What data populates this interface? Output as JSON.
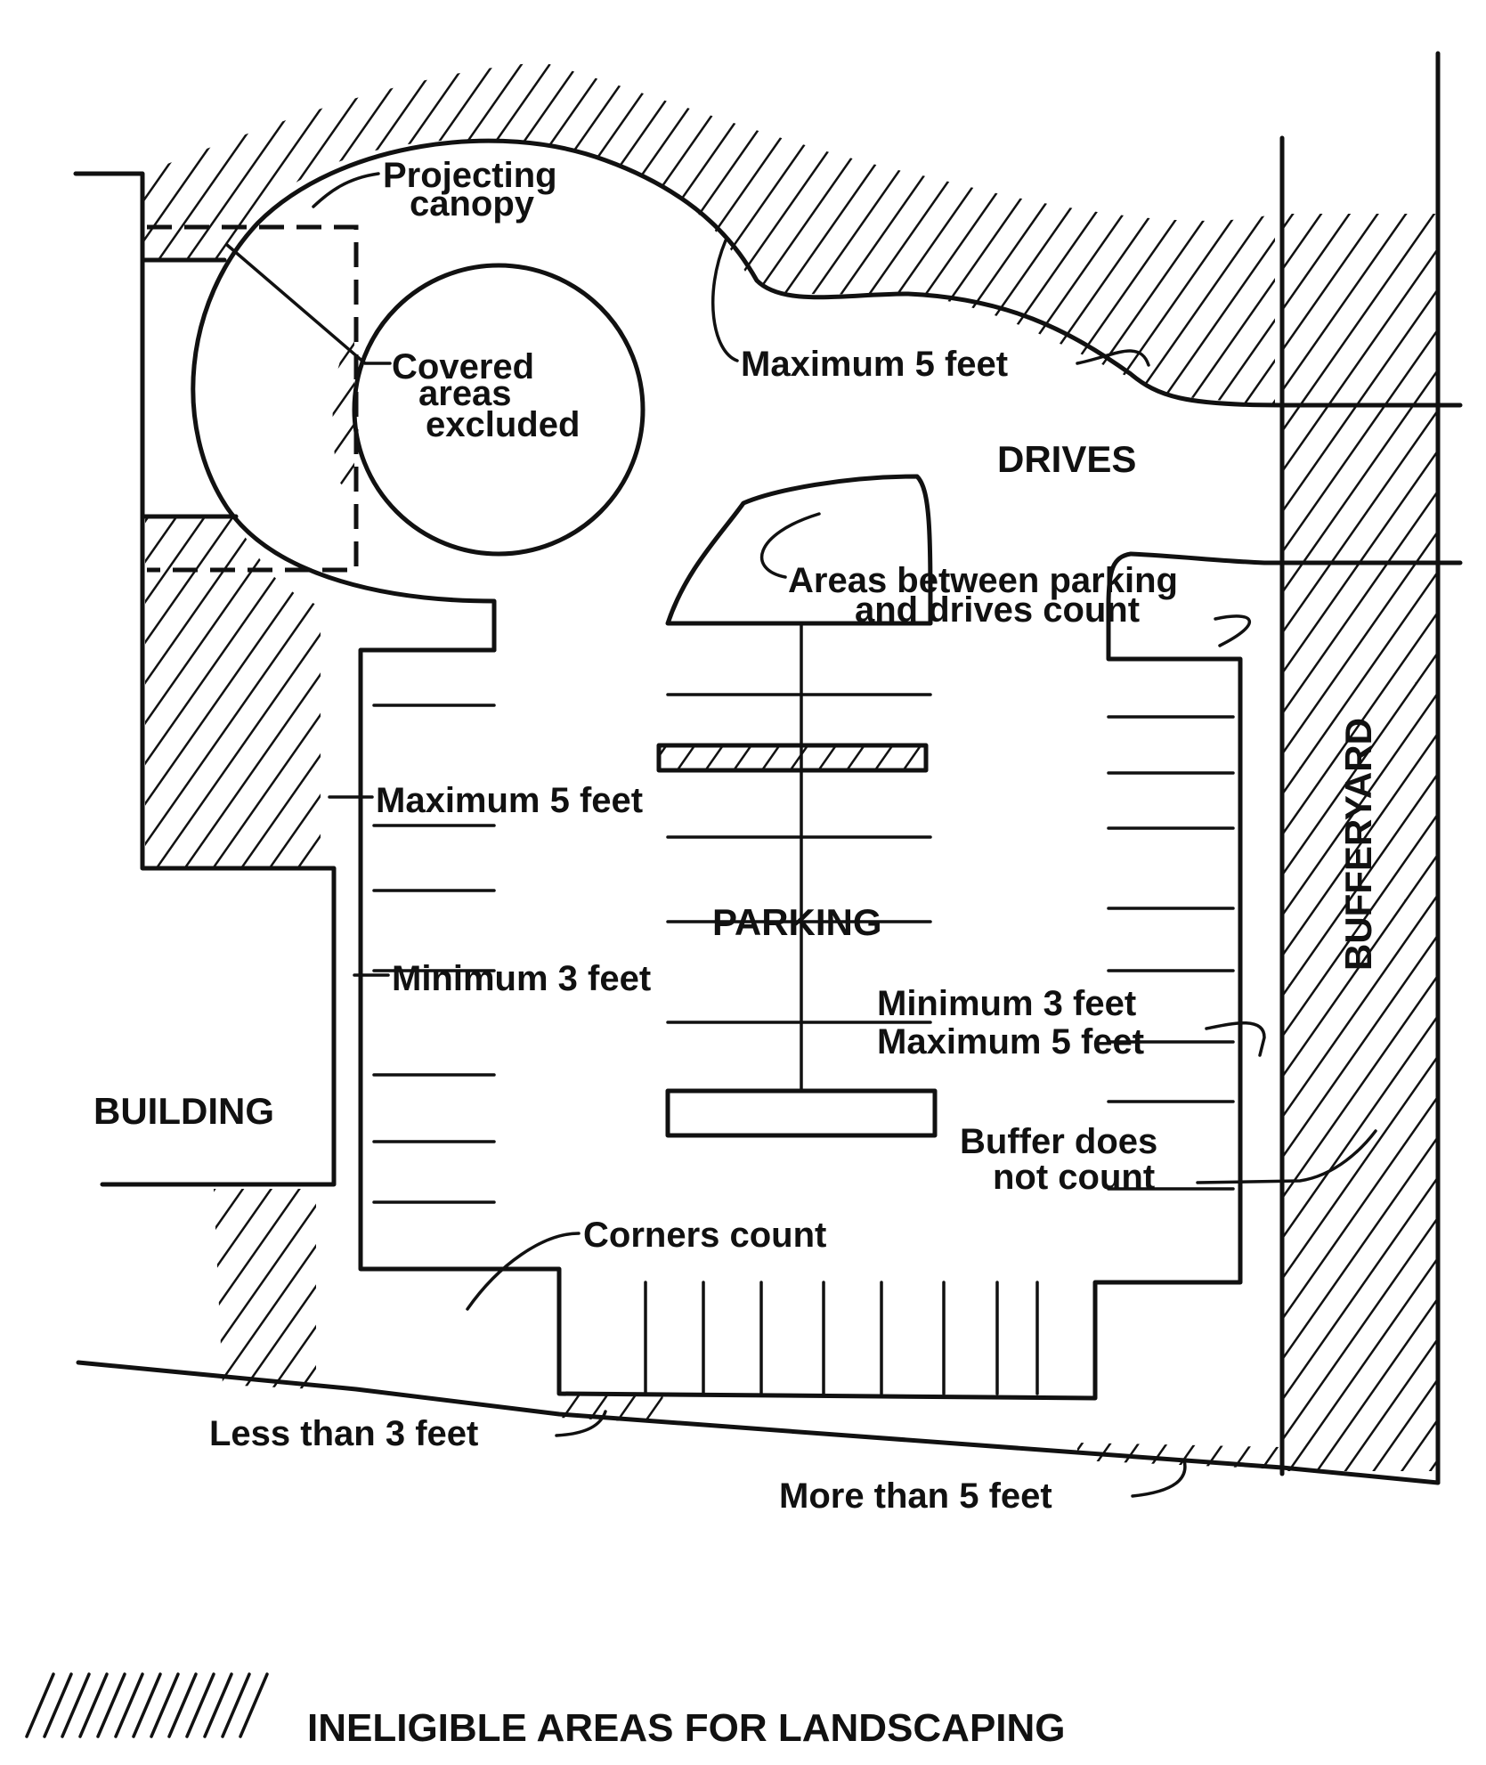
{
  "diagram": {
    "regions": {
      "building": "BUILDING",
      "drives": "DRIVES",
      "parking": "PARKING",
      "bufferyard": "BUFFERYARD"
    },
    "annotations": {
      "projecting_canopy": [
        "Projecting",
        "canopy"
      ],
      "covered_areas": [
        "Covered",
        "areas",
        "excluded"
      ],
      "max_5_top": "Maximum 5 feet",
      "areas_between": [
        "Areas between parking",
        "and drives count"
      ],
      "max_5_left": "Maximum 5 feet",
      "min_3_left": "Minimum 3 feet",
      "min_max_right": [
        "Minimum 3 feet",
        "Maximum 5 feet"
      ],
      "buffer_not_count": [
        "Buffer does",
        "not count"
      ],
      "corners_count": "Corners count",
      "less_than_3": "Less than 3 feet",
      "more_than_5": "More than 5 feet"
    },
    "legend": {
      "label": "INELIGIBLE AREAS FOR LANDSCAPING",
      "swatch": "diagonal-hatch"
    }
  }
}
